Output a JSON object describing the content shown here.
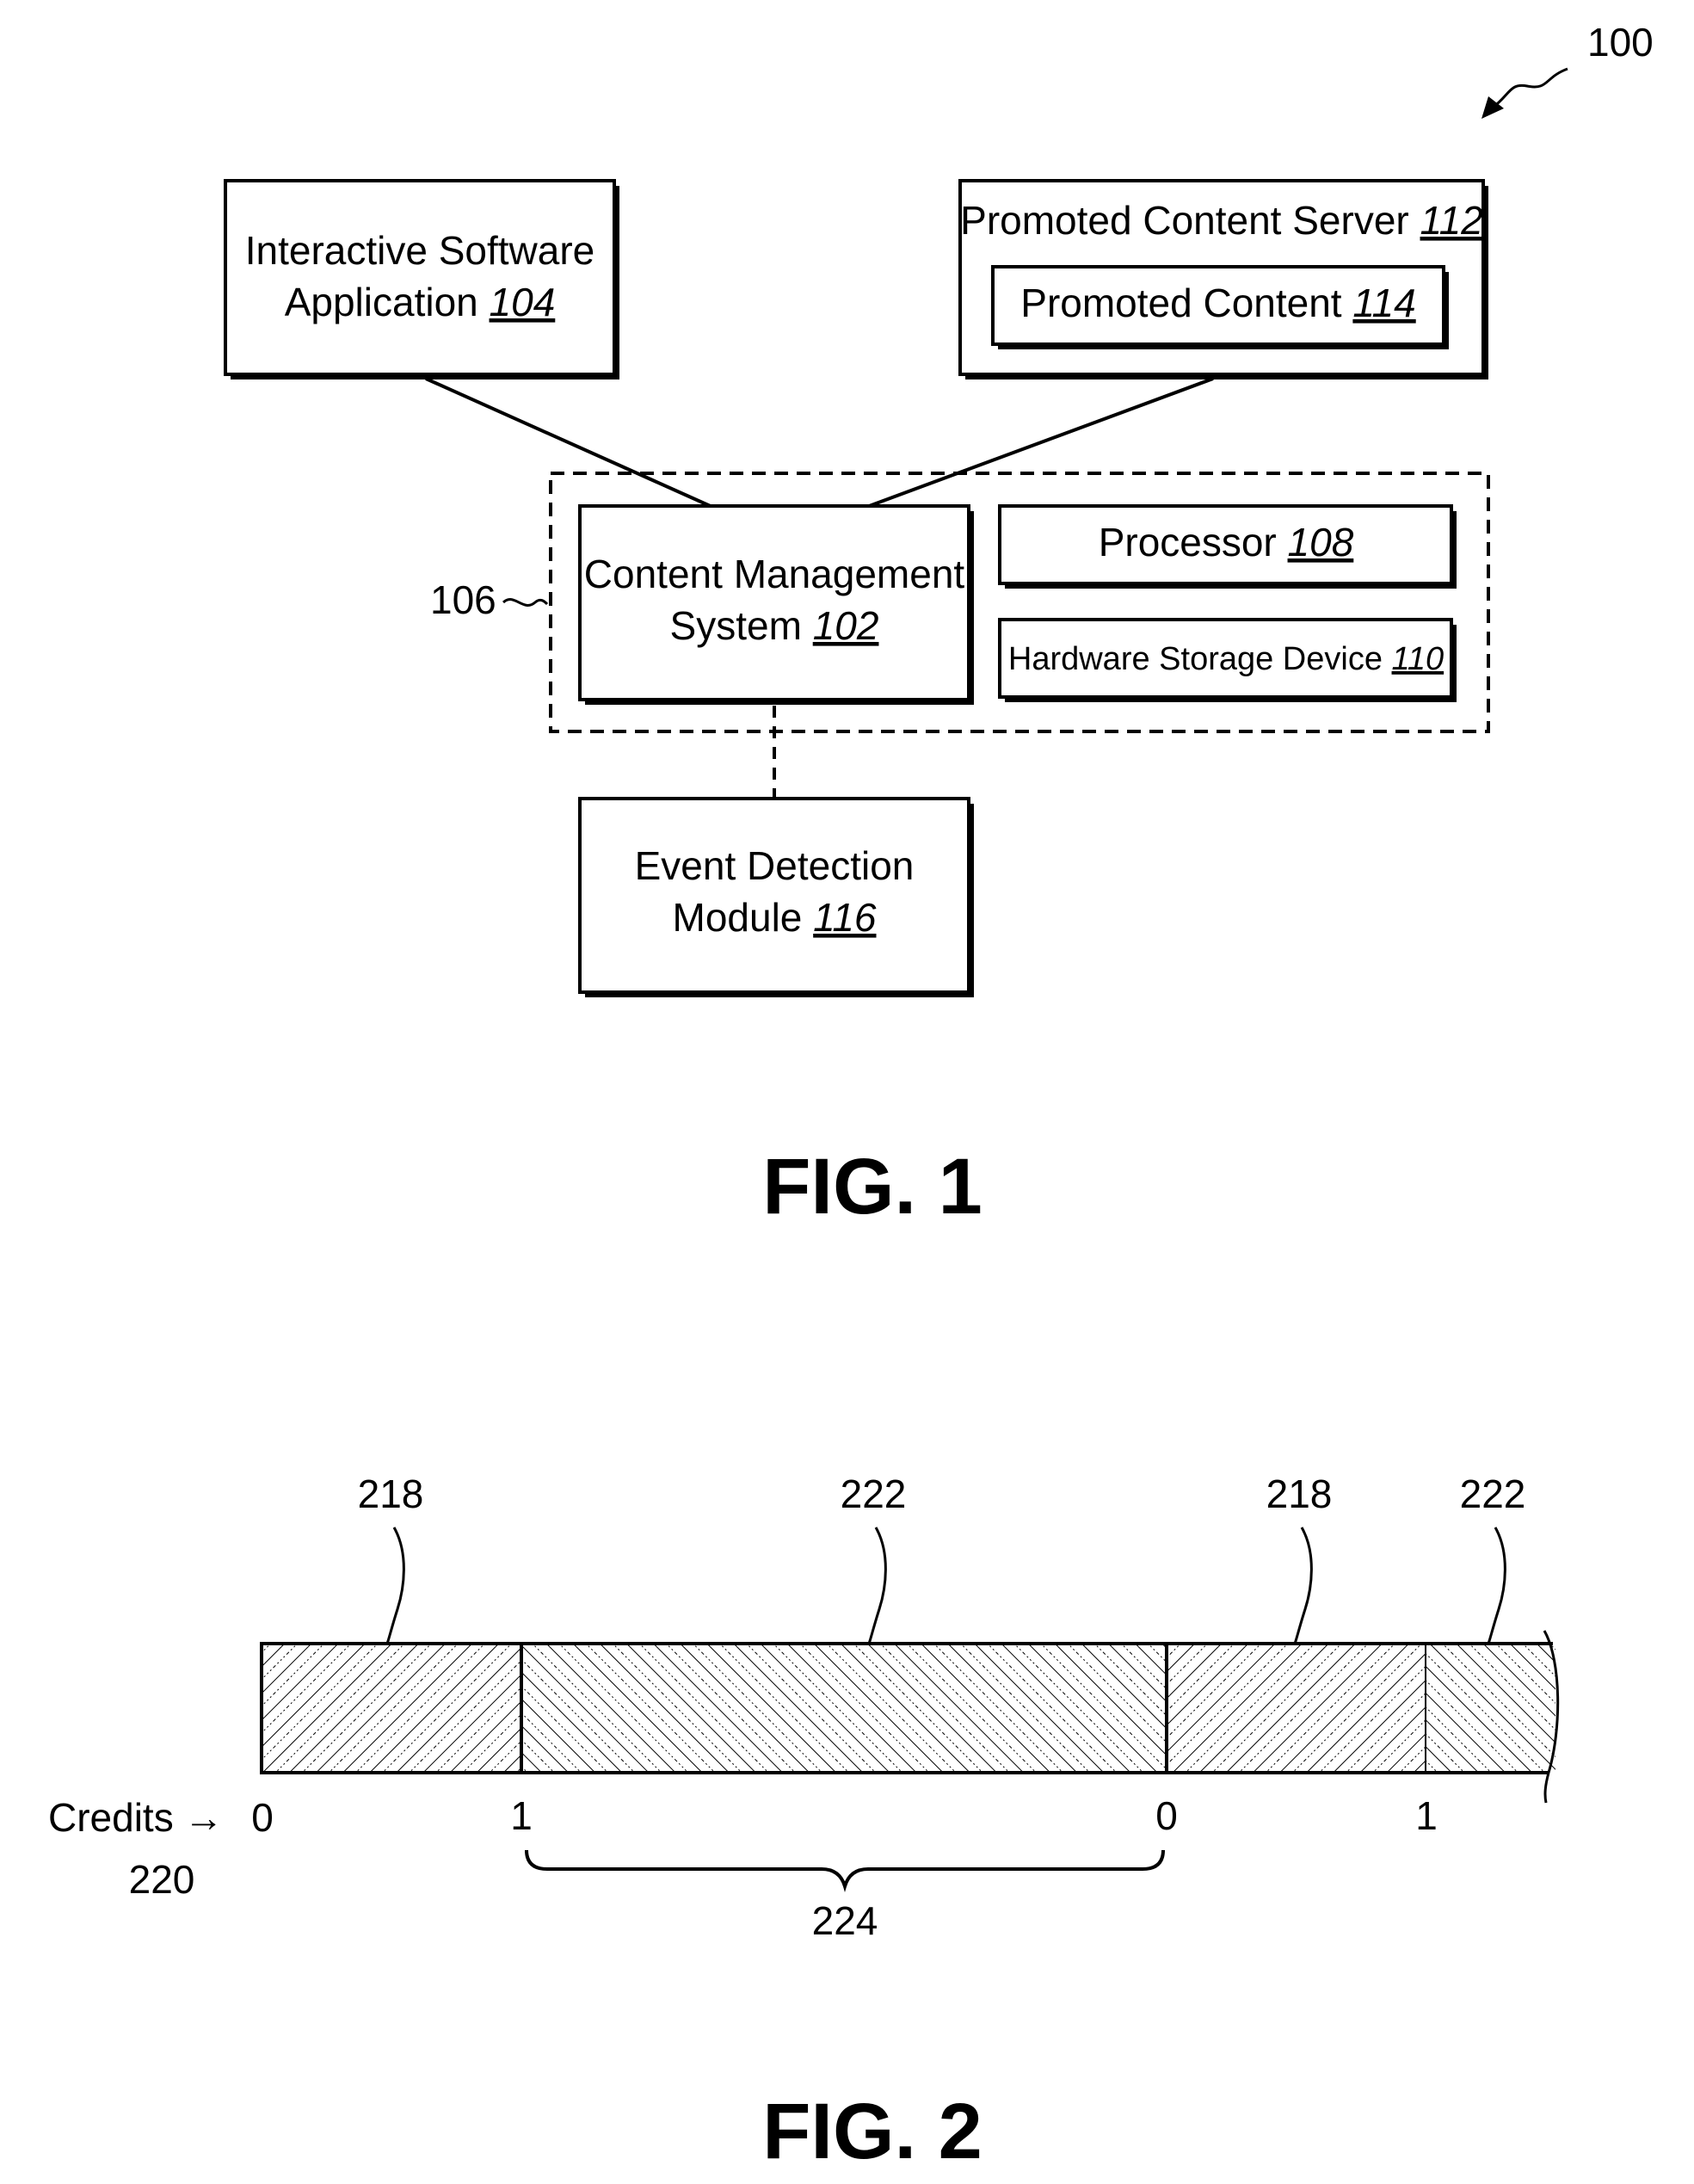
{
  "fig1": {
    "system_ref": "100",
    "group_ref": "106",
    "interactive_app": {
      "line1": "Interactive Software",
      "line2_text": "Application ",
      "line2_num": "104"
    },
    "promoted_server": {
      "text": "Promoted Content Server ",
      "num": "112"
    },
    "promoted_content": {
      "text": "Promoted Content ",
      "num": "114"
    },
    "cms": {
      "line1": "Content Management",
      "line2_text": "System ",
      "line2_num": "102"
    },
    "processor": {
      "text": "Processor ",
      "num": "108"
    },
    "storage": {
      "text": "Hardware Storage Device ",
      "num": "110"
    },
    "event": {
      "line1": "Event Detection",
      "line2_text": "Module ",
      "line2_num": "116"
    },
    "caption": "FIG. 1"
  },
  "fig2": {
    "segment_refs": [
      "218",
      "222",
      "218",
      "222"
    ],
    "credits_label": "Credits",
    "credits_arrow": "→",
    "tick_values": [
      "0",
      "1",
      "0",
      "1"
    ],
    "credits_ref": "220",
    "brace_ref": "224",
    "caption": "FIG. 2"
  }
}
